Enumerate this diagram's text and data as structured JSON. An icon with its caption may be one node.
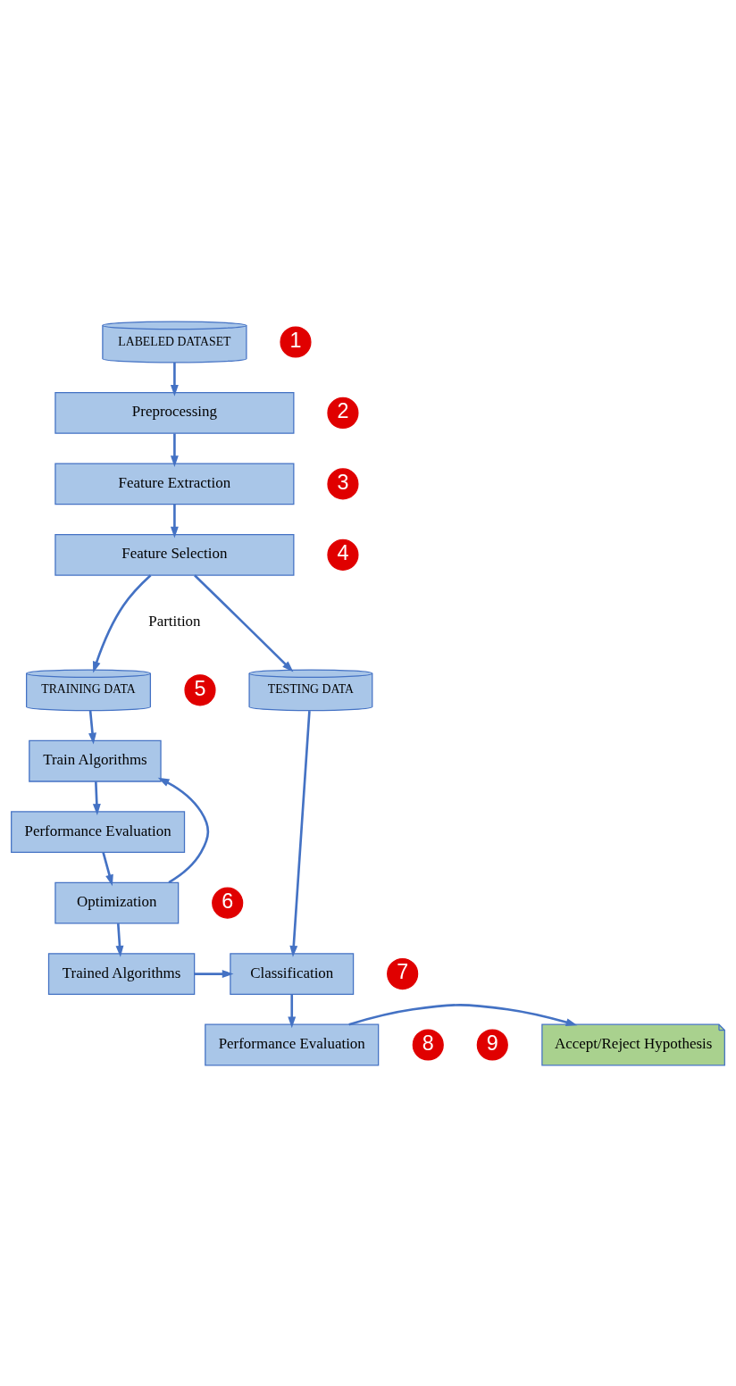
{
  "diagram": {
    "nodes": [
      {
        "text": [
          "LABELED DATASET"
        ]
      },
      {
        "text": [
          "Preprocessing"
        ]
      },
      {
        "text": [
          "Feature Extraction"
        ]
      },
      {
        "text": [
          "Feature Selection"
        ]
      },
      {
        "text": [
          "TRAINING DATA"
        ]
      },
      {
        "text": [
          "TESTING DATA"
        ]
      },
      {
        "text": [
          "Train Algorithms"
        ]
      },
      {
        "text": [
          "Performance Evaluation"
        ]
      },
      {
        "text": [
          "Optimization"
        ]
      },
      {
        "text": [
          "Trained Algorithms"
        ]
      },
      {
        "text": [
          "Classification"
        ]
      },
      {
        "text": [
          "Performance Evaluation"
        ]
      },
      {
        "text": [
          "Accept/Reject Hypothesis"
        ]
      }
    ],
    "edges": [
      {
        "from": 0,
        "to": 1,
        "arrow": "to"
      },
      {
        "from": 1,
        "to": 2,
        "arrow": "to"
      },
      {
        "from": 2,
        "to": 3,
        "arrow": "to"
      },
      {
        "from": 3,
        "to": 4,
        "arrow": "to"
      },
      {
        "from": 3,
        "to": 5,
        "arrow": "to"
      },
      {
        "from": 4,
        "to": 6,
        "arrow": "to"
      },
      {
        "from": 6,
        "to": 7,
        "arrow": "to"
      },
      {
        "from": 7,
        "to": 8,
        "arrow": "to"
      },
      {
        "from": 8,
        "to": 6,
        "arrow": "to"
      },
      {
        "from": 8,
        "to": 9,
        "arrow": "to"
      },
      {
        "from": 9,
        "to": 10,
        "arrow": "to"
      },
      {
        "from": 5,
        "to": 10,
        "arrow": "to"
      },
      {
        "from": 10,
        "to": 11,
        "arrow": "to"
      },
      {
        "from": 11,
        "to": 12,
        "arrow": "to"
      }
    ],
    "labels": [
      "1",
      "2",
      "3",
      "4",
      "Partition",
      "5",
      "6",
      "7",
      "8",
      "9"
    ]
  }
}
